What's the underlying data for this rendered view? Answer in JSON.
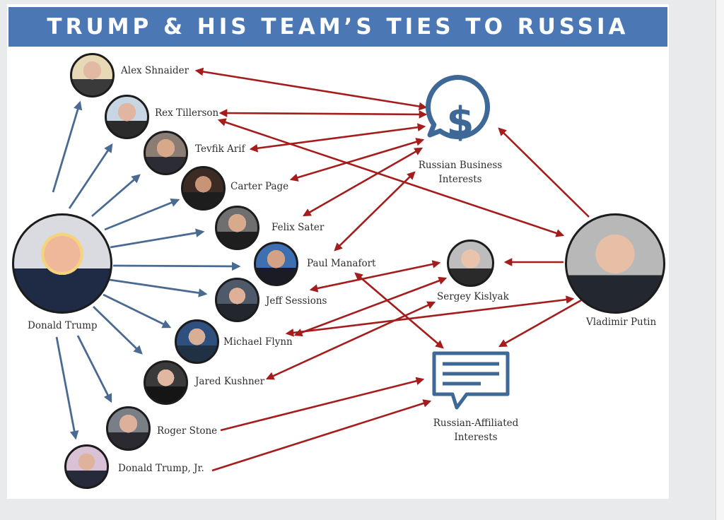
{
  "title": "Trump & His Team’s Ties to Russia",
  "colors": {
    "blue": "#4a6a92",
    "red": "#a51c1c",
    "icon": "#3e6996",
    "title_bar": "#4b77b5"
  },
  "people": {
    "donald_trump": "Donald Trump",
    "vladimir_putin": "Vladimir Putin",
    "alex_shnaider": "Alex Shnaider",
    "rex_tillerson": "Rex Tillerson",
    "tevfik_arif": "Tevfik Arif",
    "carter_page": "Carter Page",
    "felix_sater": "Felix Sater",
    "paul_manafort": "Paul Manafort",
    "jeff_sessions": "Jeff Sessions",
    "michael_flynn": "Michael Flynn",
    "jared_kushner": "Jared Kushner",
    "roger_stone": "Roger Stone",
    "donald_trump_jr": "Donald Trump, Jr.",
    "sergey_kislyak": "Sergey Kislyak"
  },
  "nodes": {
    "russian_business_line1": "Russian Business",
    "russian_business_line2": "Interests",
    "russian_affiliated_line1": "Russian-Affiliated",
    "russian_affiliated_line2": "Interests"
  },
  "icons": {
    "business": "dollar-speech-bubble-icon",
    "affiliated": "message-bubble-icon"
  }
}
